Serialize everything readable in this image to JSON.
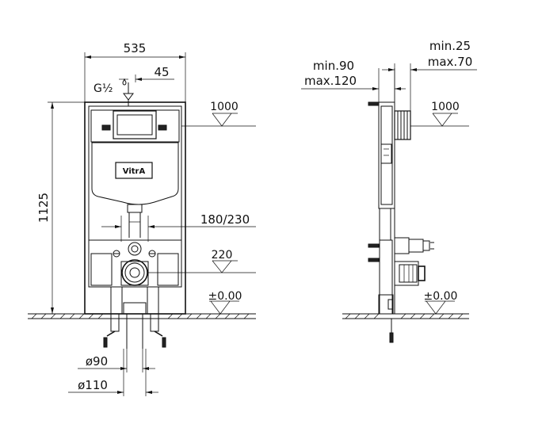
{
  "front_view": {
    "width_dim": "535",
    "offset_dim": "45",
    "inlet_label": "G½",
    "height_dim": "1125",
    "level_1000": "1000",
    "center_dim": "180/230",
    "level_220": "220",
    "floor_level": "±0.00",
    "pipe_90": "ø90",
    "pipe_110": "ø110",
    "brand_label": "VitrA"
  },
  "side_view": {
    "depth_min": "min.90",
    "depth_max": "max.120",
    "wall_min": "min.25",
    "wall_max": "max.70",
    "level_1000": "1000",
    "floor_level": "±0.00"
  }
}
